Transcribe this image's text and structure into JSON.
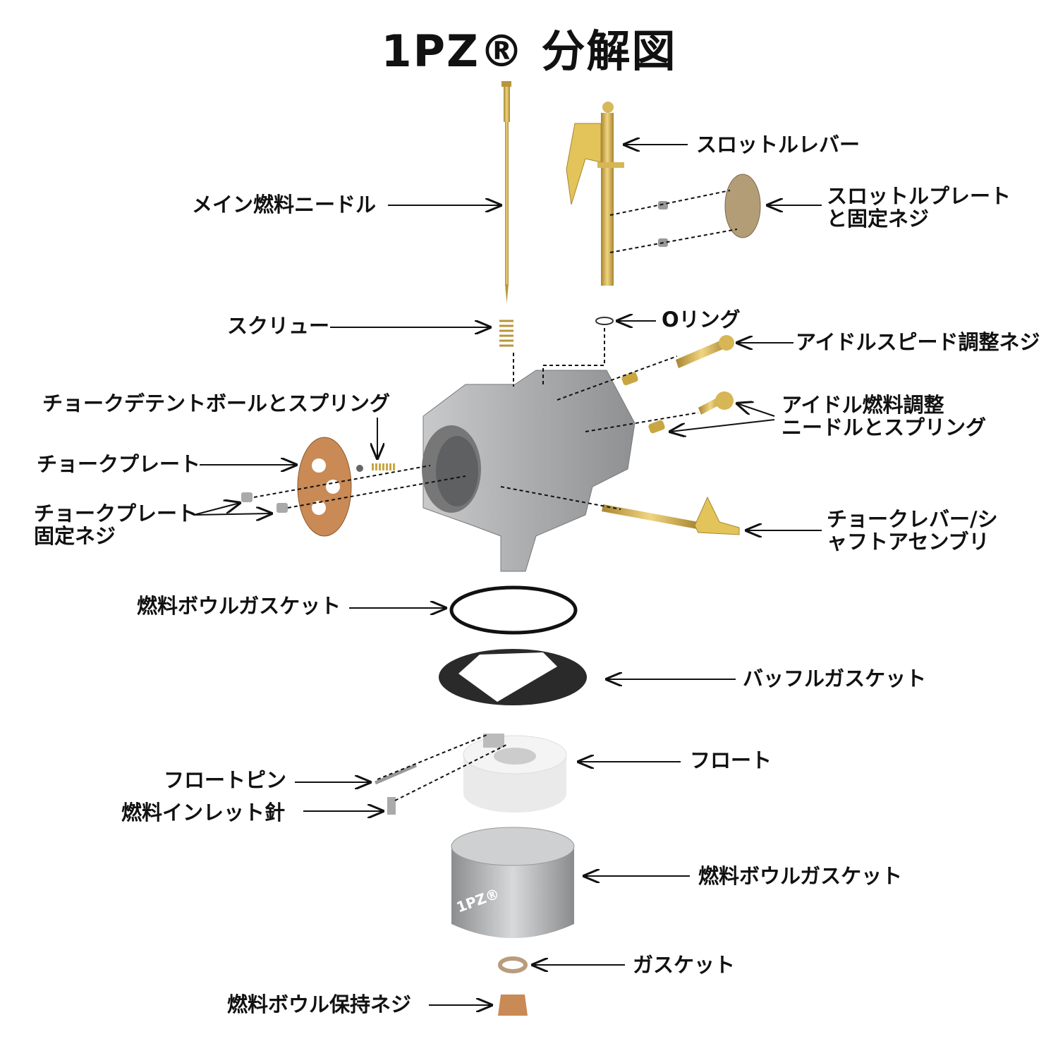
{
  "title": "1PZ® 分解図",
  "bowl_logo": "1PZ®",
  "labels": {
    "main_fuel_needle": "メイン燃料ニードル",
    "throttle_lever": "スロットルレバー",
    "throttle_plate_1": "スロットルプレート",
    "throttle_plate_2": "と固定ネジ",
    "screw": "スクリュー",
    "o_ring": "Oリング",
    "idle_speed_screw": "アイドルスピード調整ネジ",
    "choke_detent": "チョークデテントボールとスプリング",
    "idle_fuel_1": "アイドル燃料調整",
    "idle_fuel_2": "ニードルとスプリング",
    "choke_plate": "チョークプレート",
    "choke_plate_screw_1": "チョークプレート",
    "choke_plate_screw_2": "固定ネジ",
    "choke_lever_1": "チョークレバー/シ",
    "choke_lever_2": "ャフトアセンブリ",
    "fuel_bowl_gasket": "燃料ボウルガスケット",
    "baffle_gasket": "バッフルガスケット",
    "float": "フロート",
    "float_pin": "フロートピン",
    "inlet_needle": "燃料インレット針",
    "fuel_bowl": "燃料ボウルガスケット",
    "gasket": "ガスケット",
    "bowl_screw": "燃料ボウル保持ネジ"
  },
  "colors": {
    "brass": "#c9a640",
    "copper": "#c98a55",
    "aluminum": "#a9aaab",
    "text": "#111111"
  }
}
